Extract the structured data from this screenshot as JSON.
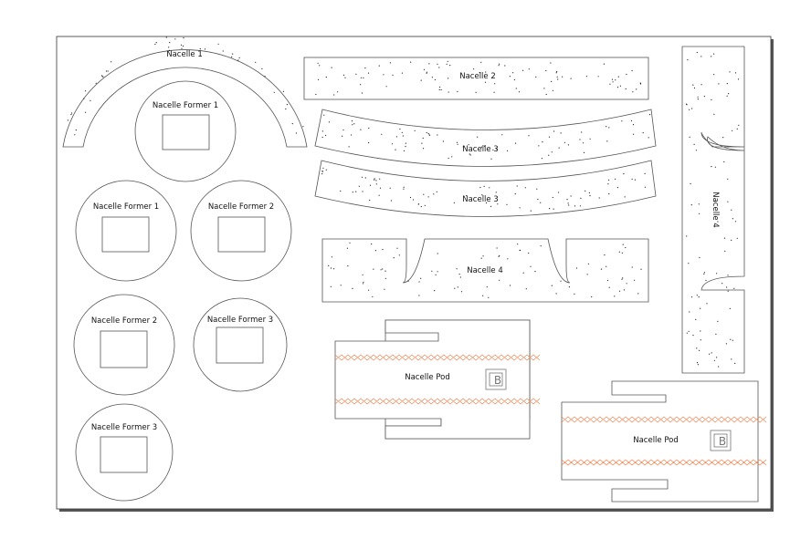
{
  "sheet": {
    "border_color": "#333333",
    "shadow_color": "#555555",
    "fold_color": "#f08a5a"
  },
  "labels": {
    "nacelle_1": "Nacelle 1",
    "nacelle_2": "Nacelle 2",
    "nacelle_3a": "Nacelle 3",
    "nacelle_3b": "Nacelle 3",
    "nacelle_4_horizontal": "Nacelle 4",
    "nacelle_4_vertical": "Nacelle 4",
    "former_1_top": "Nacelle Former 1",
    "former_1_left": "Nacelle Former 1",
    "former_2_right": "Nacelle Former 2",
    "former_2_left": "Nacelle Former 2",
    "former_3_right": "Nacelle Former 3",
    "former_3_bottom": "Nacelle Former 3",
    "pod_1": "Nacelle Pod",
    "pod_2": "Nacelle Pod"
  },
  "logo_text": "B"
}
